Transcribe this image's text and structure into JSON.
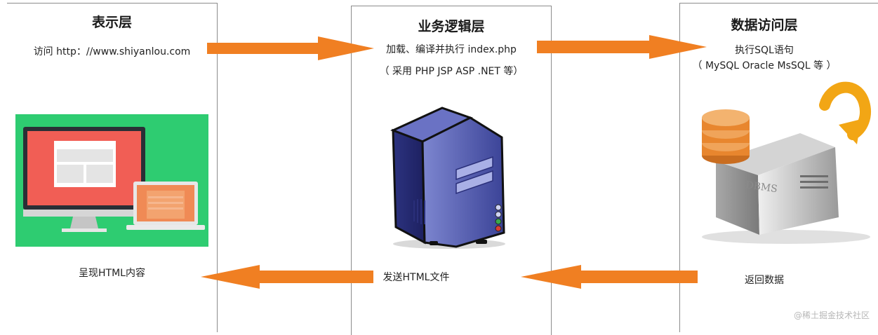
{
  "layers": {
    "presentation": {
      "title": "表示层",
      "desc": "访问 http：//www.shiyanlou.com",
      "bottom": "呈现HTML内容"
    },
    "business": {
      "title": "业务逻辑层",
      "desc": "加载、编译并执行 index.php",
      "desc2": "（ 采用 PHP JSP ASP .NET 等）",
      "bottom": "发送HTML文件"
    },
    "data": {
      "title": "数据访问层",
      "desc": "执行SQL语句",
      "desc2": "（ MySQL Oracle MsSQL 等 ）",
      "bottom": "返回数据",
      "server_label": "DBMS"
    }
  },
  "watermark": "@稀土掘金技术社区",
  "colors": {
    "arrow": "#f07f22",
    "green_bg": "#2ecc71",
    "monitor_screen": "#f15e55",
    "laptop_screen": "#f08a55",
    "db_orange": "#e8862e",
    "server_blue": "#3f4aa8",
    "refresh_arrow": "#f2a615"
  },
  "icons": [
    "devices-illustration-icon",
    "server-tower-icon",
    "dbms-server-icon",
    "refresh-arrow-icon",
    "arrow-right-icon",
    "arrow-left-icon"
  ]
}
